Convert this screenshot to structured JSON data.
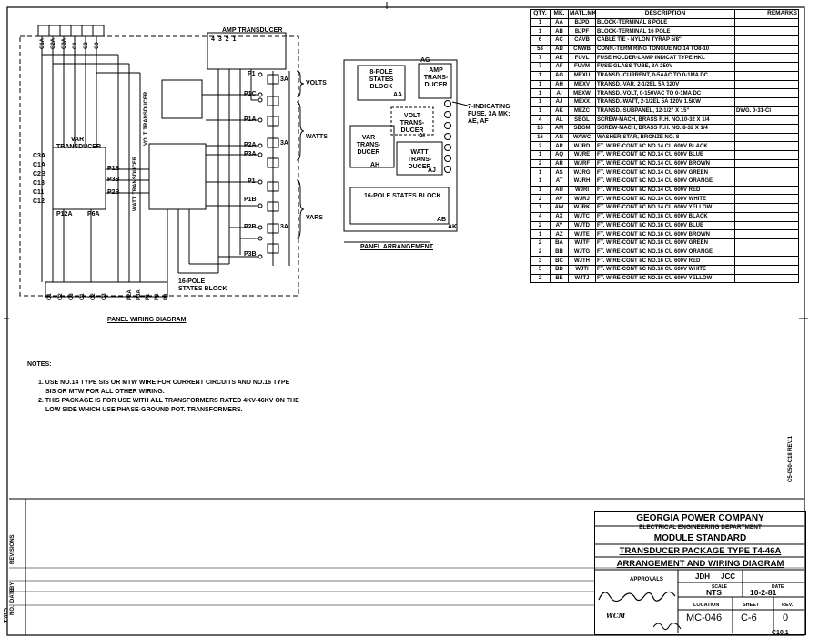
{
  "bom": {
    "headers": [
      "QTY.",
      "MK.",
      "MATL.MK",
      "DESCRIPTION",
      "REMARKS"
    ],
    "rows": [
      [
        "1",
        "AA",
        "BJPD",
        "BLOCK-TERMINAL 8 POLE",
        ""
      ],
      [
        "1",
        "AB",
        "BJPF",
        "BLOCK-TERMINAL 16 POLE",
        ""
      ],
      [
        "6",
        "AC",
        "CAVB",
        "CABLE TIE - NYLON TYRAP 5/8\"",
        ""
      ],
      [
        "58",
        "AD",
        "CNWB",
        "CONN.-TERM RING TONGUE NO.14 TO8-10",
        ""
      ],
      [
        "7",
        "AE",
        "FUVL",
        "FUSE HOLDER-LAMP INDICAT TYPE HKL",
        ""
      ],
      [
        "7",
        "AF",
        "FUVM",
        "FUSE-GLASS TUBE, 3A 250V",
        ""
      ],
      [
        "1",
        "AG",
        "MEXU",
        "TRANSD.-CURRENT, 0-5AAC TO 0-1MA DC",
        ""
      ],
      [
        "1",
        "AH",
        "MEXV",
        "TRANSD.-VAR, 2-1/2EL 5A 120V",
        ""
      ],
      [
        "1",
        "AI",
        "MEXW",
        "TRANSD.-VOLT, 0-150VAC TO 0-1MA DC",
        ""
      ],
      [
        "1",
        "AJ",
        "MEXX",
        "TRANSD.-WATT, 2-1/2EL 5A 120V 1.5KW",
        ""
      ],
      [
        "1",
        "AK",
        "MEZC",
        "TRANSD.-SUBPANEL, 12-1/2\" X 15\"",
        "DWG. 0-31-CI"
      ],
      [
        "4",
        "AL",
        "SBGL",
        "SCREW-MACH, BRASS R.H. NO.10-32 X 1/4",
        ""
      ],
      [
        "16",
        "AM",
        "SBGM",
        "SCREW-MACH, BRASS R.H. NO. 8-32 X 1/4",
        ""
      ],
      [
        "16",
        "AN",
        "WAWC",
        "WASHER-STAR, BRONZE NO. 8",
        ""
      ],
      [
        "2",
        "AP",
        "WJRD",
        "FT. WIRE-CONT I/C NO.14 CU 600V BLACK",
        ""
      ],
      [
        "1",
        "AQ",
        "WJRE",
        "FT. WIRE-CONT I/C NO.14 CU 600V BLUE",
        ""
      ],
      [
        "2",
        "AR",
        "WJRF",
        "FT. WIRE-CONT I/C NO.14 CU 600V BROWN",
        ""
      ],
      [
        "1",
        "AS",
        "WJRG",
        "FT. WIRE-CONT I/C NO.14 CU 600V GREEN",
        ""
      ],
      [
        "1",
        "AT",
        "WJRH",
        "FT. WIRE-CONT I/C NO.14 CU 600V ORANGE",
        ""
      ],
      [
        "1",
        "AU",
        "WJRI",
        "FT. WIRE-CONT I/C NO.14 CU 600V RED",
        ""
      ],
      [
        "2",
        "AV",
        "WJRJ",
        "FT. WIRE-CONT I/C NO.14 CU 600V WHITE",
        ""
      ],
      [
        "1",
        "AW",
        "WJRK",
        "FT. WIRE-CONT I/C NO.14 CU 600V YELLOW",
        ""
      ],
      [
        "4",
        "AX",
        "WJTC",
        "FT. WIRE-CONT I/C NO.16 CU 600V BLACK",
        ""
      ],
      [
        "2",
        "AY",
        "WJTD",
        "FT. WIRE-CONT I/C NO.16 CU 600V BLUE",
        ""
      ],
      [
        "1",
        "AZ",
        "WJTE",
        "FT. WIRE-CONT I/C NO.16 CU 600V BROWN",
        ""
      ],
      [
        "2",
        "BA",
        "WJTF",
        "FT. WIRE-CONT I/C NO.16 CU 600V GREEN",
        ""
      ],
      [
        "2",
        "BB",
        "WJTG",
        "FT. WIRE-CONT I/C NO.16 CU 600V ORANGE",
        ""
      ],
      [
        "3",
        "BC",
        "WJTH",
        "FT. WIRE-CONT I/C NO.16 CU 600V RED",
        ""
      ],
      [
        "5",
        "BD",
        "WJTI",
        "FT. WIRE-CONT I/C NO.16 CU 600V WHITE",
        ""
      ],
      [
        "2",
        "BE",
        "WJTJ",
        "FT. WIRE-CONT I/C NO.16 CU 600V YELLOW",
        ""
      ]
    ]
  },
  "wiring": {
    "caption": "PANEL WIRING DIAGRAM",
    "amp_transducer": "AMP TRANSDUCER",
    "volt_transducer": "VOLT TRANSDUCER",
    "var_transducer": "VAR TRANSDUCER",
    "watt_transducer": "WATT TRANSDUCER",
    "states_block": "16-POLE STATES BLOCK",
    "volts": "VOLTS",
    "watts": "WATTS",
    "vars": "VARS",
    "fuse": "3A",
    "fuse_terminals": [
      "P1",
      "P1C",
      "P1A",
      "P2A",
      "P3A",
      "P1",
      "P1B",
      "P2B",
      "P3B"
    ],
    "top_terminals": [
      "C1A",
      "C2A",
      "C3A",
      "C1",
      "C2",
      "C3"
    ],
    "bottom_terminals": [
      "C1",
      "C2",
      "C3",
      "C1",
      "C2",
      "C3",
      "P2A",
      "P3A",
      "P1",
      "P2",
      "P3"
    ],
    "var_pins": [
      "C3A",
      "C1A",
      "C2B",
      "C13",
      "C11",
      "C12"
    ],
    "var_labels": [
      "P12A",
      "P6A",
      "P1B",
      "P2B",
      "P3B"
    ],
    "amp_pins": [
      "4 3 2 1"
    ]
  },
  "arrangement": {
    "caption": "PANEL ARRANGEMENT",
    "states8": "8-POLE STATES BLOCK",
    "states8_mk": "AA",
    "amp": "AMP TRANS-DUCER",
    "amp_mk": "AG",
    "volt": "VOLT TRANS-DUCER",
    "volt_mk": "AI",
    "var": "VAR TRANS-DUCER",
    "var_mk": "AH",
    "watt": "WATT TRANS-DUCER",
    "watt_mk": "AJ",
    "states16": "16-POLE STATES BLOCK",
    "states16_mk": "AB",
    "panel_mk": "AK",
    "fuse_note": "7-INDICATING FUSE, 3A MK: AE, AF"
  },
  "notes": {
    "heading": "NOTES:",
    "items": [
      "1. USE NO.14 TYPE SIS OR MTW WIRE FOR CURRENT CIRCUITS AND NO.16 TYPE SIS OR MTW FOR ALL OTHER WIRING.",
      "2. THIS PACKAGE IS FOR USE WITH ALL TRANSFORMERS RATED 4KV-46KV ON THE LOW SIDE WHICH USE PHASE-GROUND POT. TRANSFORMERS."
    ]
  },
  "title_block": {
    "company": "GEORGIA POWER COMPANY",
    "dept": "ELECTRICAL ENGINEERING DEPARTMENT",
    "title1": "MODULE STANDARD",
    "title2": "TRANSDUCER PACKAGE TYPE T4-46A",
    "title3": "ARRANGEMENT AND WIRING DIAGRAM",
    "approvals": "APPROVALS",
    "drawn": "JDH",
    "checked": "JCC",
    "scale_label": "SCALE",
    "scale": "NTS",
    "date_label": "DATE",
    "date": "10-2-81",
    "location_label": "LOCATION",
    "sheet_label": "SHEET",
    "rev_label": "REV.",
    "location": "MC-046",
    "sheet": "C-6",
    "rev": "0",
    "approver": "WCM",
    "doc_code": "C10.1"
  },
  "margin": {
    "revisions": "REVISIONS",
    "by": "BY",
    "date": "DATE",
    "no": "NO.",
    "rotated_code": "C10.1",
    "side_number": "C5-050-C18 REV.1"
  }
}
